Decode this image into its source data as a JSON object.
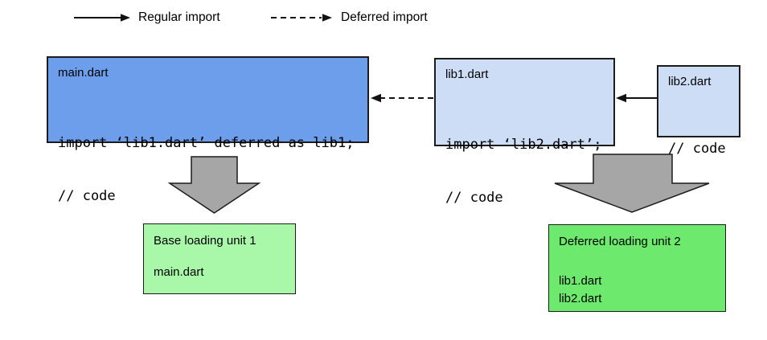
{
  "legend": {
    "regular": {
      "label": "Regular import",
      "arrow_style": "solid-arrow"
    },
    "deferred": {
      "label": "Deferred import",
      "arrow_style": "dashed-arrow"
    }
  },
  "files": {
    "main": {
      "title": "main.dart",
      "code_lines": [
        "import ‘lib1.dart’ deferred as lib1;",
        "// code"
      ]
    },
    "lib1": {
      "title": "lib1.dart",
      "code_lines": [
        "import ‘lib2.dart’;",
        "// code"
      ]
    },
    "lib2": {
      "title": "lib2.dart",
      "code_lines": [
        "// code"
      ]
    }
  },
  "imports": [
    {
      "from": "lib1.dart",
      "to": "main.dart",
      "type": "deferred"
    },
    {
      "from": "lib2.dart",
      "to": "lib1.dart",
      "type": "regular"
    }
  ],
  "units": {
    "base": {
      "title": "Base loading unit 1",
      "files": [
        "main.dart"
      ]
    },
    "deferred": {
      "title": "Deferred loading unit 2",
      "files": [
        "lib1.dart",
        "lib2.dart"
      ]
    }
  },
  "colors": {
    "canvas_bg": "#ffffff",
    "main_box_bg": "#6d9eeb",
    "lib_box_bg": "#cdddf5",
    "base_unit_bg": "#a9f8a9",
    "deferred_unit_bg": "#6de96d",
    "block_arrow_fill": "#a6a6a6",
    "box_border": "#1c1c1c",
    "arrow_color": "#111111",
    "text_color": "#000000"
  }
}
